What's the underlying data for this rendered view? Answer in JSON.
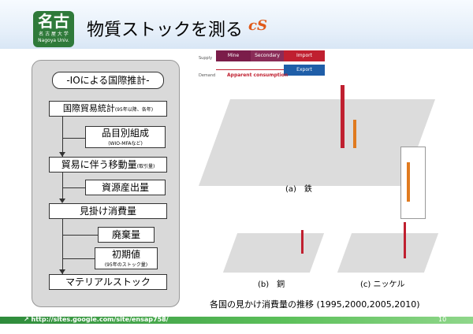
{
  "slide": {
    "title": "物質ストックを測る",
    "page_number": "10",
    "footer_url": "http://sites.google.com/site/ensap758/"
  },
  "logo": {
    "kanji": "名古",
    "line1": "名 古 屋 大 学",
    "line2": "Nagoya Univ."
  },
  "title_mark": "cS",
  "flow": {
    "heading": "-IOによる国際推計-",
    "steps": [
      {
        "label": "国際貿易統計",
        "note": "(95年以降、各年)"
      },
      {
        "label": "品目別組成",
        "note": "(WIO-MFAなど)"
      },
      {
        "label": "貿易に伴う移動量",
        "note": "(取引量)"
      },
      {
        "label": "資源産出量",
        "note": ""
      },
      {
        "label": "見掛け消費量",
        "note": ""
      },
      {
        "label": "廃棄量",
        "note": ""
      },
      {
        "label": "初期値",
        "note": "(95年のストック量)"
      },
      {
        "label": "マテリアルストック",
        "note": ""
      }
    ]
  },
  "maps": {
    "legend": {
      "supply_label": "Supply",
      "demand_label": "Demand",
      "mine": "Mine production",
      "secondary": "Secondary production",
      "import": "Import",
      "export": "Export",
      "apparent": "Apparent consumption"
    },
    "labels": {
      "a": "(a)　鉄",
      "b": "(b)　銅",
      "c": "(c) ニッケル"
    }
  },
  "caption": "各国の見かけ消費量の推移 (1995,2000,2005,2010)",
  "colors": {
    "green_footer": "#2e8b3b",
    "mine_purple": "#7b1d4a",
    "import_red": "#c02030",
    "export_blue": "#1f5ea8",
    "bar_orange": "#e07a1f"
  }
}
